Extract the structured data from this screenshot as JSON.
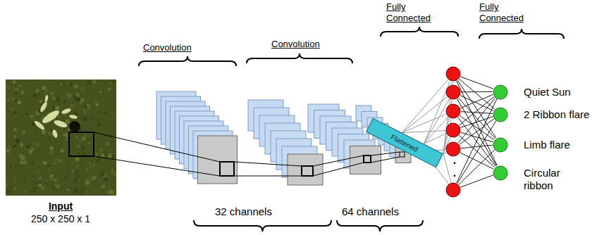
{
  "diagram": {
    "nodes": [
      {
        "text": [
          "Flattened"
        ]
      },
      {
        "text": [
          "Quiet Sun"
        ]
      },
      {
        "text": [
          "2 Ribbon flare"
        ]
      },
      {
        "text": [
          "Limb flare"
        ]
      },
      {
        "text": [
          "Circular ribbon"
        ]
      }
    ],
    "labels": [
      "Convolution",
      "Convolution",
      "Fully Connected",
      "Fully Connected",
      "Input",
      "250 x 250 x 1",
      "32 channels",
      "64 channels",
      ".",
      "."
    ]
  }
}
